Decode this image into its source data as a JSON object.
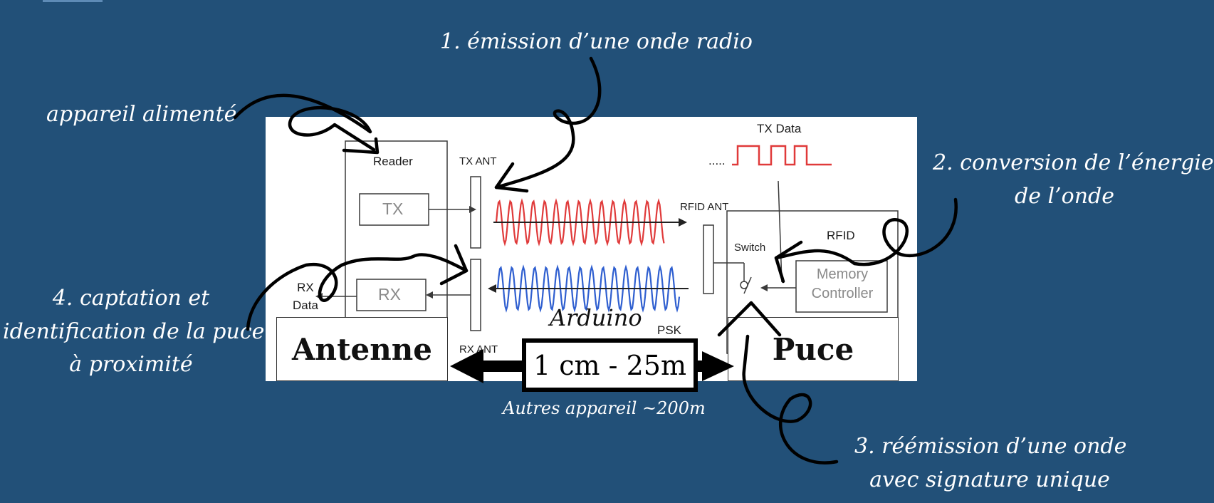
{
  "annotations": {
    "emission": "1. émission d’une onde radio",
    "device": "appareil alimenté",
    "conversion_line1": "2. conversion de l’énergie",
    "conversion_line2": "de l’onde",
    "reemission_line1": "3. réémission d’une onde",
    "reemission_line2": "avec signature unique",
    "capture_line1": "4. captation et",
    "capture_line2": "identification de la puce",
    "capture_line3": "à proximité"
  },
  "diagram": {
    "reader": "Reader",
    "tx": "TX",
    "rx": "RX",
    "tx_ant": "TX ANT",
    "rx_ant": "RX ANT",
    "rfid_ant": "RFID ANT",
    "tx_data": "TX Data",
    "tx_data_dots": ".....",
    "switch": "Switch",
    "rfid": "RFID",
    "memory_line1": "Memory",
    "memory_line2": "Controller",
    "rx_data_line1": "RX",
    "rx_data_line2": "Data",
    "psk": "PSK"
  },
  "boxes": {
    "antenna": "Antenne",
    "chip": "Puce",
    "range": "1 cm - 25m"
  },
  "captions": {
    "arduino": "Arduino",
    "other_devices": "Autres appareil ~200m"
  },
  "colors": {
    "background": "#225078",
    "wave_tx": "#e03a3a",
    "wave_rx": "#2f5fd0",
    "ink": "#111111"
  },
  "icons": [
    "arrow-left-icon",
    "arrow-right-icon"
  ]
}
